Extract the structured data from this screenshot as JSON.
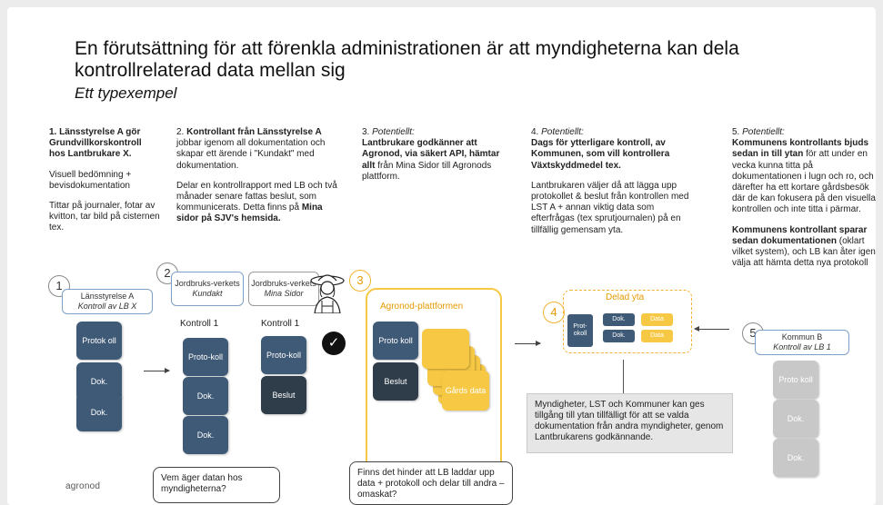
{
  "title": "En förutsättning för att förenkla administrationen är att myndigheterna kan dela kontrollrelaterad data mellan sig",
  "subtitle": "Ett typexempel",
  "col1": {
    "heading": "1. Länsstyrelse A gör Grundvillkorskontroll hos Lantbrukare X.",
    "p1": "Visuell bedömning + bevisdokumentation",
    "p2": "Tittar på journaler, fotar av kvitton, tar bild på cisternen tex."
  },
  "col2": {
    "num": "2. ",
    "heading_bold": "Kontrollant från Länsstyrelse A",
    "heading_rest": " jobbar igenom all dokumentation och skapar ett ärende i \"Kundakt\" med dokumentation.",
    "p2a": "Delar en kontrollrapport med LB och två månader senare fattas beslut, som kommunicerats. Detta finns på ",
    "p2b": "Mina sidor på SJV's hemsida."
  },
  "col3": {
    "num": "3. ",
    "italic": "Potentiellt:",
    "bold": "Lantbrukare godkänner att Agronod, via säkert API, hämtar allt",
    "rest": " från Mina Sidor till Agronods plattform."
  },
  "col4": {
    "num": "4. ",
    "italic": "Potentiellt:",
    "bold": "Dags för ytterligare kontroll, av Kommunen, som vill kontrollera Växtskyddmedel tex.",
    "p2": "Lantbrukaren väljer då att lägga upp protokollet & beslut från kontrollen med LST A + annan viktig data som efterfrågas (tex sprutjournalen) på en tillfällig gemensam yta."
  },
  "col5": {
    "num": "5. ",
    "italic": "Potentiellt:",
    "bold1": "Kommunens kontrollants bjuds sedan in till ytan",
    "rest1": " för att under en vecka kunna  titta på dokumentationen i lugn och ro, och därefter ha ett kortare gårdsbesök där de kan fokusera på den visuella kontrollen och inte titta i pärmar.",
    "bold2": "Kommunens kontrollant sparar sedan dokumentationen",
    "rest2": " (oklart vilket system), och LB kan åter igen välja att hämta detta nya protokoll"
  },
  "diagram": {
    "step1": {
      "num": "1",
      "tag_line1": "Länsstyrelse A",
      "tag_line2": "Kontroll av LB X",
      "docs": [
        "Protok oll",
        "Dok.",
        "Dok."
      ]
    },
    "step2": {
      "num": "2",
      "tag_line1": "Jordbruks-verkets",
      "tag_line2": "Kundakt",
      "label": "Kontroll 1",
      "docs": [
        "Proto-koll",
        "Dok.",
        "Dok."
      ]
    },
    "step2b": {
      "tag_line1": "Jordbruks-verkets",
      "tag_line2": "Mina Sidor",
      "label": "Kontroll 1",
      "docs": [
        "Proto-koll",
        "Beslut"
      ]
    },
    "step3": {
      "num": "3",
      "platform": "Agronod-plattformen",
      "docs": [
        "Proto koll",
        "Beslut",
        "Gårds data"
      ]
    },
    "step4": {
      "num": "4",
      "area": "Delad yta",
      "items": [
        "Prot-okoll",
        "Dok.",
        "Data",
        "Dok.",
        "Data"
      ]
    },
    "step5": {
      "num": "5",
      "tag_line1": "Kommun B",
      "tag_line2": "Kontroll av LB 1",
      "docs": [
        "Proto koll",
        "Dok.",
        "Dok."
      ]
    }
  },
  "infobox": "Myndigheter, LST och Kommuner kan ges tillgång till ytan tillfälligt för att se valda dokumentation från andra myndigheter, genom Lantbrukarens godkännande.",
  "bubble1": "Vem äger datan hos myndigheterna?",
  "bubble2": "Finns det hinder att LB laddar upp data + protokoll och delar till andra – omaskat?",
  "logo": "agronod",
  "check_icon": "✓",
  "colors": {
    "navy": "#3f5a76",
    "dark": "#2f3d4b",
    "yellow": "#f6c844",
    "orange": "#e59a00",
    "gray": "#c8c8c8",
    "blue_border": "#7ea0c7"
  }
}
